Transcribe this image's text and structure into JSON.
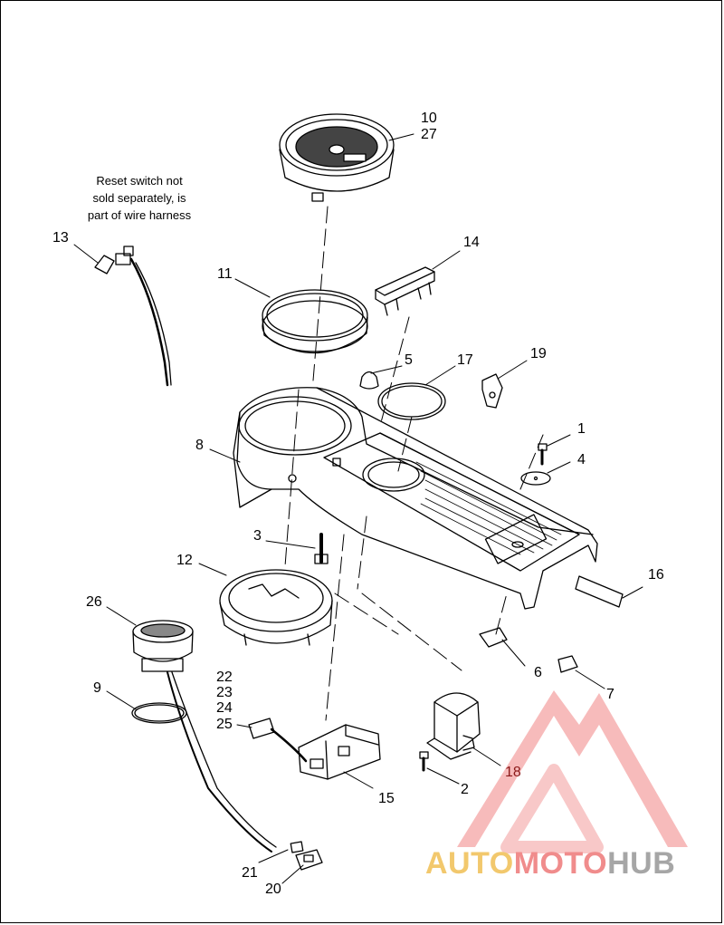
{
  "note": {
    "line1": "Reset switch not",
    "line2": "sold separately, is",
    "line3": "part of wire harness"
  },
  "callouts": {
    "c10": "10",
    "c27": "27",
    "c13": "13",
    "c14": "14",
    "c11": "11",
    "c5": "5",
    "c17": "17",
    "c19": "19",
    "c1": "1",
    "c4": "4",
    "c8": "8",
    "c3": "3",
    "c12": "12",
    "c16": "16",
    "c26": "26",
    "c6": "6",
    "c7": "7",
    "c9": "9",
    "c22": "22",
    "c23": "23",
    "c24": "24",
    "c25": "25",
    "c18": "18",
    "c2": "2",
    "c15": "15",
    "c21": "21",
    "c20": "20"
  },
  "watermark": {
    "part1": "AUTO",
    "part2": "MOTO",
    "part3": "HUB",
    "colors": {
      "auto": "#f2c86d",
      "moto": "#f08c8c",
      "hub": "#a6a6a6",
      "logo": "#f07f7f"
    }
  }
}
